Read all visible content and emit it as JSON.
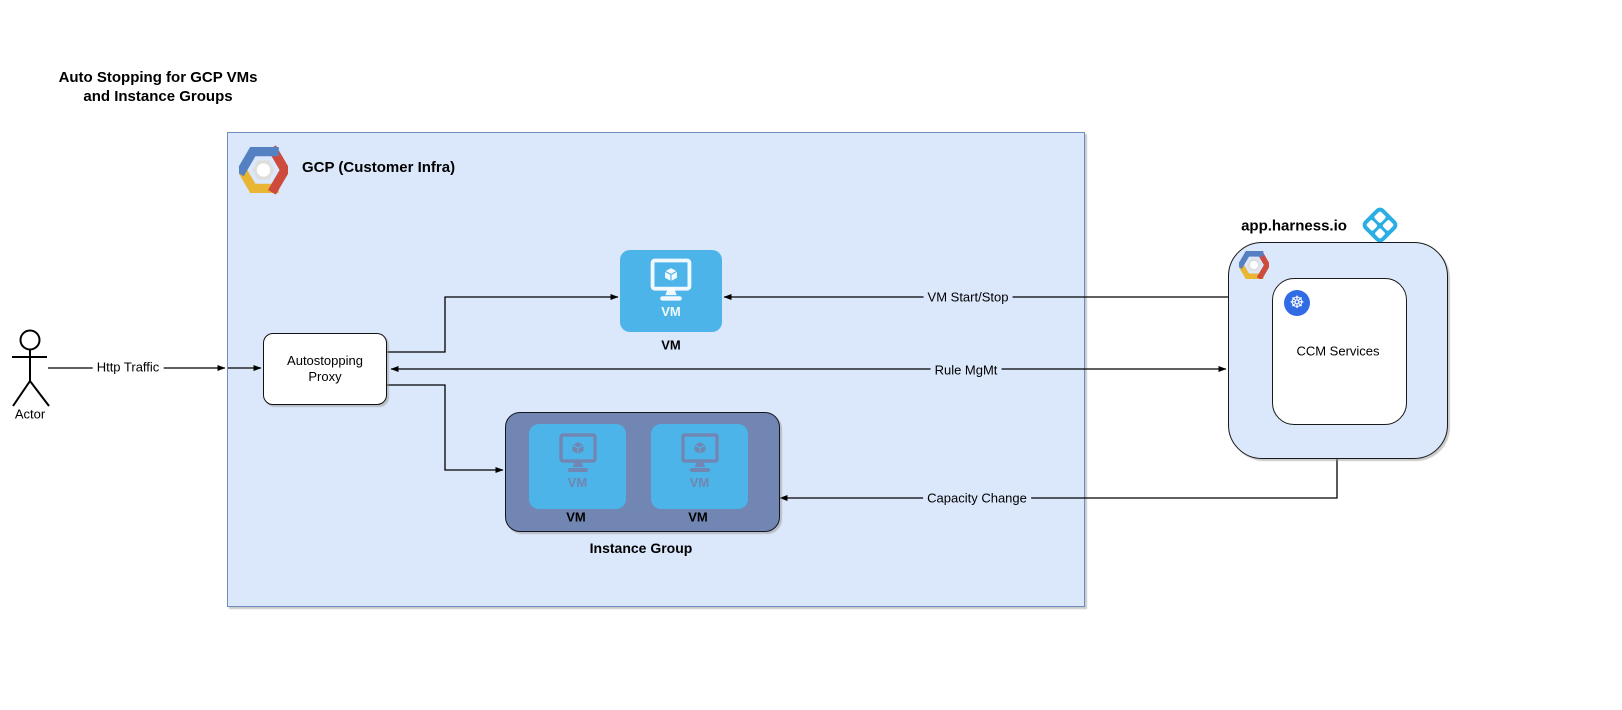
{
  "title": {
    "line1": "Auto Stopping for GCP VMs",
    "line2": "and Instance Groups"
  },
  "actor": {
    "label": "Actor"
  },
  "gcp_box": {
    "label": "GCP (Customer Infra)"
  },
  "proxy": {
    "line1": "Autostopping",
    "line2": "Proxy"
  },
  "vm": {
    "tile_text": "VM",
    "label": "VM"
  },
  "instance_group": {
    "label": "Instance Group",
    "tiles": [
      {
        "tile_text": "VM",
        "label": "VM"
      },
      {
        "tile_text": "VM",
        "label": "VM"
      }
    ]
  },
  "harness": {
    "domain_label": "app.harness.io",
    "ccm_label": "CCM Services"
  },
  "edges": {
    "http_traffic": "Http Traffic",
    "vm_start_stop": "VM Start/Stop",
    "rule_mgmt": "Rule MgMt",
    "capacity_change": "Capacity Change"
  },
  "icons": {
    "gcp_logo": "gcp-hexagon-logo",
    "harness_logo": "harness-diamond-logo",
    "kubernetes": "kubernetes-helm-wheel",
    "vm_monitor": "monitor-with-cube",
    "actor": "stick-figure"
  },
  "colors": {
    "gcp_box_fill": "#dbe7fb",
    "gcp_box_border": "#6c8ebf",
    "vm_tile_blue": "#4cb4e8",
    "instance_group_slate": "#7186b2",
    "kubernetes_blue": "#326ce5",
    "harness_blue": "#2aaee3",
    "google_blue": "#5581c2",
    "google_red": "#cd4a3d",
    "google_yellow": "#e8b632",
    "line_black": "#000000"
  }
}
